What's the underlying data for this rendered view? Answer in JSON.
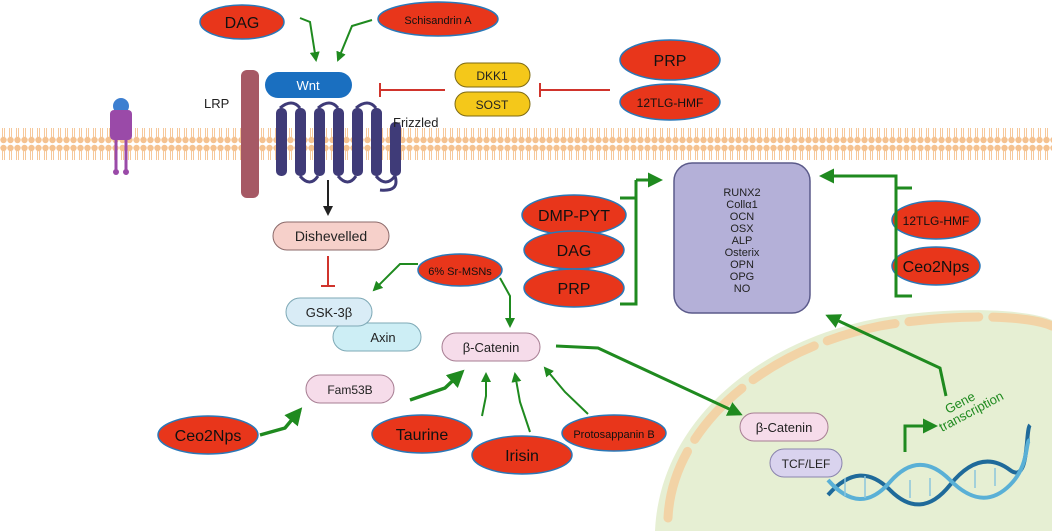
{
  "labels": {
    "lrp": "LRP",
    "frizzled": "Frizzled",
    "wnt": "Wnt",
    "dkk1": "DKK1",
    "sost": "SOST",
    "dishevelled": "Dishevelled",
    "gsk3b": "GSK-3β",
    "axin": "Axin",
    "beta_catenin": "β-Catenin",
    "fam53b": "Fam53B",
    "nucleus_beta_catenin": "β-Catenin",
    "tcf_lef": "TCF/LEF",
    "gene_transcription_1": "Gene",
    "gene_transcription_2": "transcription"
  },
  "compounds": {
    "dag_top": "DAG",
    "schisandrin_a": "Schisandrin A",
    "prp_top": "PRP",
    "tlg_hmf_top": "12TLG-HMF",
    "sr_msns": "6% Sr-MSNs",
    "dmp_pyt": "DMP-PYT",
    "dag_mid": "DAG",
    "prp_mid": "PRP",
    "tlg_hmf_right": "12TLG-HMF",
    "ceo2nps_right": "Ceo2Nps",
    "ceo2nps_left": "Ceo2Nps",
    "taurine": "Taurine",
    "irisin": "Irisin",
    "protosappanin_b": "Protosappanin B"
  },
  "markers": [
    "RUNX2",
    "Collα1",
    "OCN",
    "OSX",
    "ALP",
    "Osterix",
    "OPN",
    "OPG",
    "NO"
  ],
  "colors": {
    "compound_fill": "#e8361b",
    "compound_stroke": "#2a78b8",
    "arrow_green": "#1f8a1f",
    "inhibit_red": "#d0342c",
    "wnt_blue": "#1a6fc0",
    "dkk_yellow": "#f4c81a",
    "receptor_purple": "#3f3b78",
    "lrp_maroon": "#a65965",
    "marker_box": "#b4b0d8",
    "membrane": "#f3c79a",
    "nucleus": "#e6efd3"
  }
}
